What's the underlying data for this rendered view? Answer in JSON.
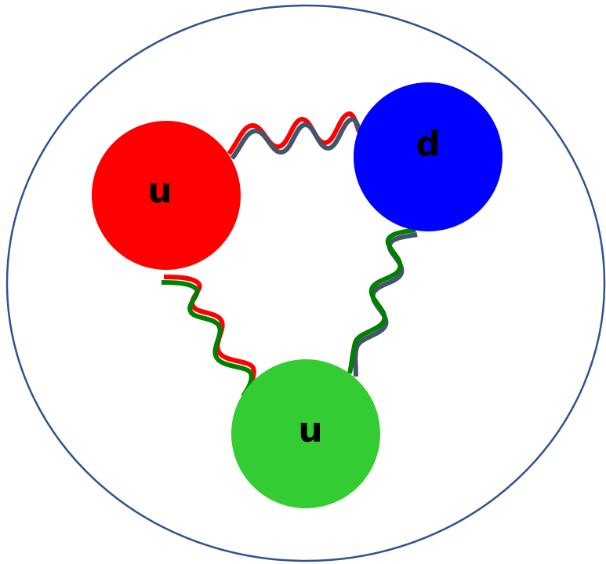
{
  "colors": {
    "background": "#ffffff",
    "boundary": "#2f528f",
    "red": "#ff0000",
    "blue": "#0000ff",
    "green": "#33cc33",
    "gluon_red": "#ff0000",
    "gluon_green": "#008000",
    "gluon_antiblue": "#44546a"
  },
  "quarks": [
    {
      "id": "red-quark",
      "label": "u",
      "color": "#ff0000"
    },
    {
      "id": "blue-quark",
      "label": "d",
      "color": "#0000ff"
    },
    {
      "id": "green-quark",
      "label": "u",
      "color": "#33cc33"
    }
  ],
  "gluons": [
    {
      "id": "gluon-red-blue",
      "colors": [
        "#ff0000",
        "#44546a"
      ]
    },
    {
      "id": "gluon-blue-green",
      "colors": [
        "#008000",
        "#44546a"
      ]
    },
    {
      "id": "gluon-red-green",
      "colors": [
        "#ff0000",
        "#008000"
      ]
    }
  ]
}
